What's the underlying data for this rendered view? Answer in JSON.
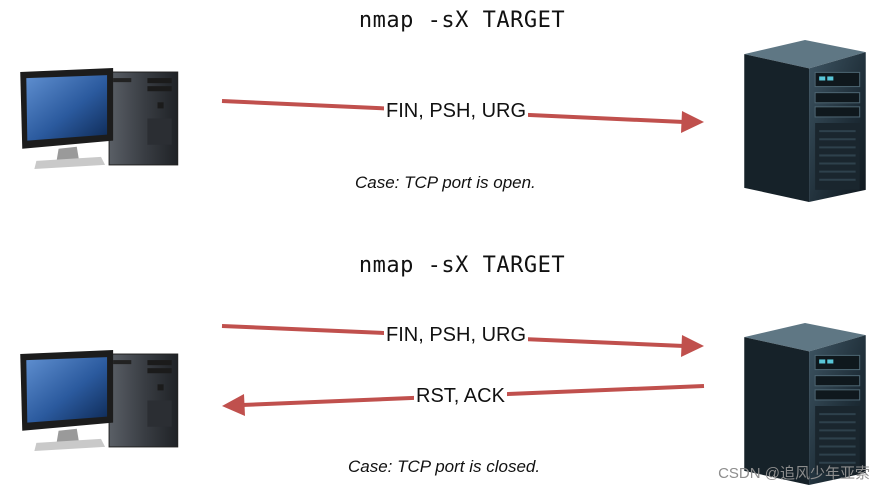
{
  "scenario_open": {
    "command": "nmap -sX TARGET",
    "probe_flags": "FIN, PSH, URG",
    "caption": "Case: TCP port is open."
  },
  "scenario_closed": {
    "command": "nmap -sX TARGET",
    "probe_flags": "FIN, PSH, URG",
    "reply_flags": "RST, ACK",
    "caption": "Case: TCP port is closed."
  },
  "watermark": "CSDN @追风少年亚索",
  "icons": {
    "client": "desktop-computer-icon",
    "server": "server-tower-icon"
  },
  "colors": {
    "arrow": "#c0504d",
    "screen": "#2f5f9e",
    "server_body": "#1f2d36"
  }
}
